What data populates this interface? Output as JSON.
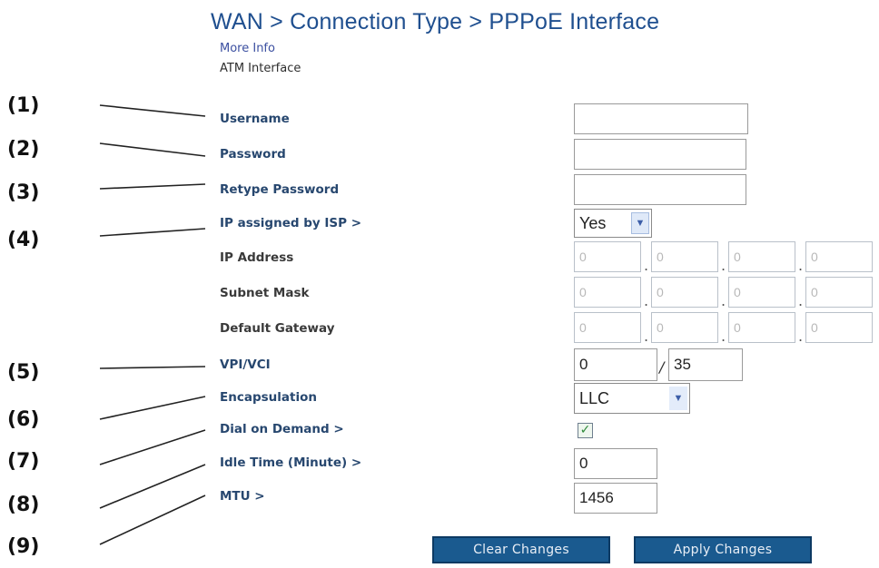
{
  "header": {
    "title": "WAN > Connection Type > PPPoE Interface",
    "more_info": "More Info",
    "subtitle": "ATM Interface"
  },
  "callouts": [
    "(1)",
    "(2)",
    "(3)",
    "(4)",
    "(5)",
    "(6)",
    "(7)",
    "(8)",
    "(9)"
  ],
  "form": {
    "username": {
      "label": "Username",
      "value": ""
    },
    "password": {
      "label": "Password",
      "value": ""
    },
    "retype_password": {
      "label": "Retype Password",
      "value": ""
    },
    "ip_assigned": {
      "label": "IP assigned by ISP >",
      "selected": "Yes"
    },
    "ip_address": {
      "label": "IP Address",
      "octets": [
        "0",
        "0",
        "0",
        "0"
      ]
    },
    "subnet_mask": {
      "label": "Subnet Mask",
      "octets": [
        "0",
        "0",
        "0",
        "0"
      ]
    },
    "default_gateway": {
      "label": "Default Gateway",
      "octets": [
        "0",
        "0",
        "0",
        "0"
      ]
    },
    "vpi_vci": {
      "label": "VPI/VCI",
      "vpi": "0",
      "separator": "/",
      "vci": "35"
    },
    "encapsulation": {
      "label": "Encapsulation",
      "selected": "LLC"
    },
    "dial_on_demand": {
      "label": "Dial on Demand >",
      "checked": true
    },
    "idle_time": {
      "label": "Idle Time (Minute) >",
      "value": "0"
    },
    "mtu": {
      "label": "MTU >",
      "value": "1456"
    }
  },
  "buttons": {
    "clear": "Clear Changes",
    "apply": "Apply Changes"
  },
  "colors": {
    "title": "#1f4f8f",
    "button_bg": "#1a5a8f",
    "disabled_border": "#b9c0c9"
  }
}
